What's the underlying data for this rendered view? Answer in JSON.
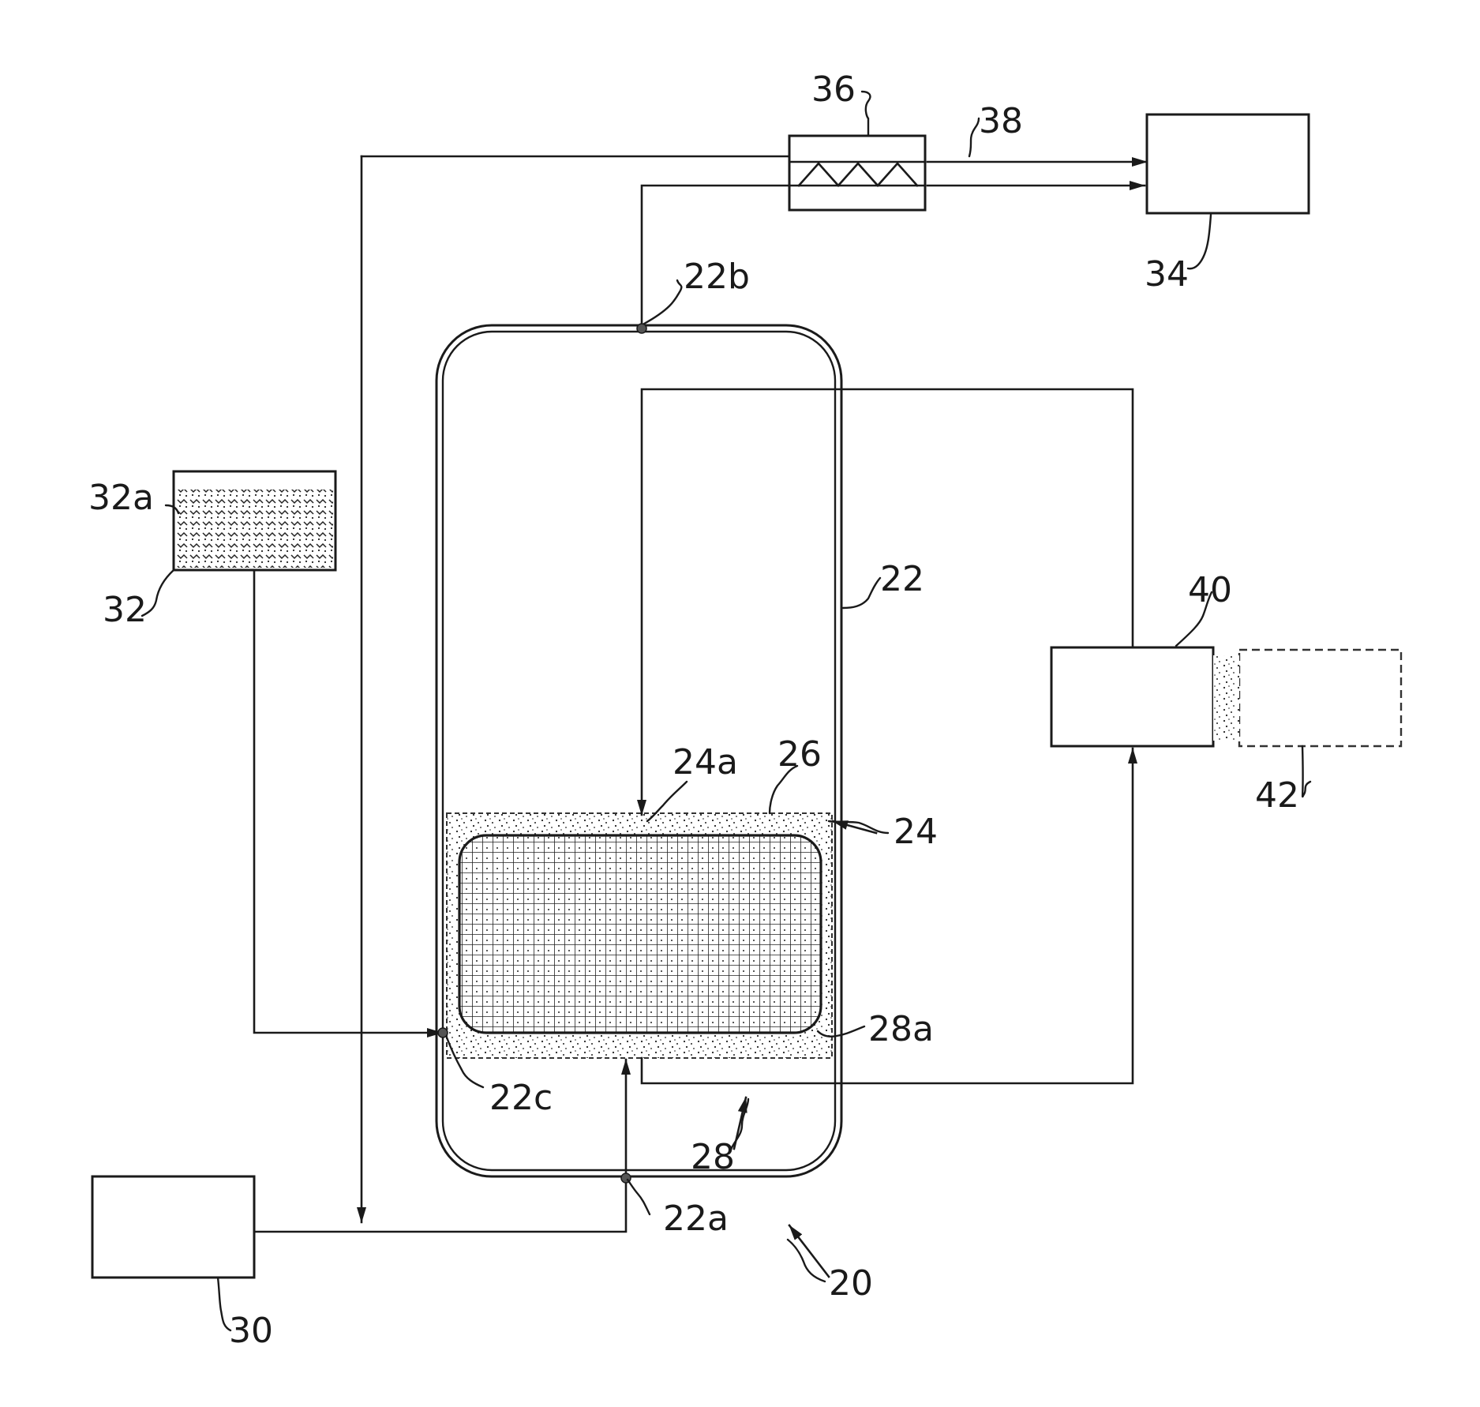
{
  "labels": {
    "ref_20": "20",
    "ref_22": "22",
    "ref_22a": "22a",
    "ref_22b": "22b",
    "ref_22c": "22c",
    "ref_24": "24",
    "ref_24a": "24a",
    "ref_26": "26",
    "ref_28": "28",
    "ref_28a": "28a",
    "ref_30": "30",
    "ref_32": "32",
    "ref_32a": "32a",
    "ref_34": "34",
    "ref_36": "36",
    "ref_38": "38",
    "ref_40": "40",
    "ref_42": "42"
  },
  "colors": {
    "ink": "#1a1a1a",
    "background": "#ffffff"
  }
}
